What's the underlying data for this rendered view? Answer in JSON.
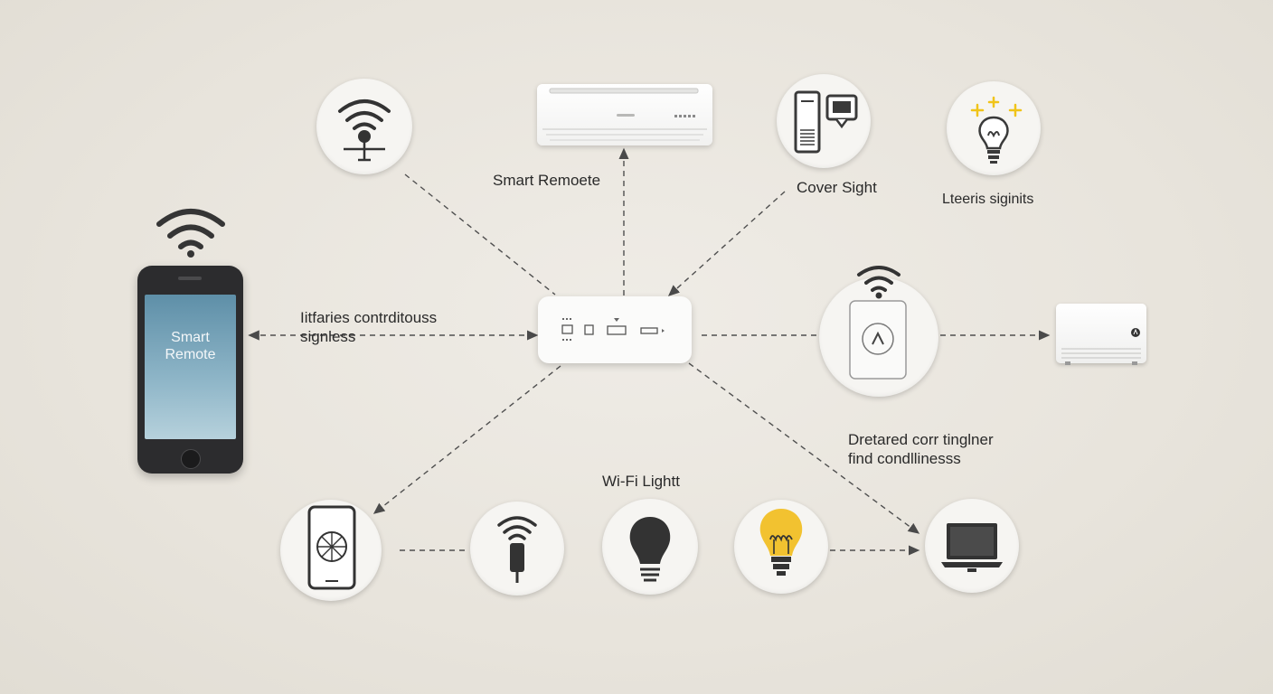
{
  "labels": {
    "smart_remote": "Smart Remoete",
    "cover_sight": "Cover Sight",
    "lights": "Lteeris siginits",
    "phone_link": "Iitfaries contrditouss",
    "phone_link_2": "signless",
    "detail": "Dretared corr tinglner",
    "detail_2": "find condllinesss",
    "wifi_light": "Wi-Fi Lightt"
  },
  "phone": {
    "screen_line1": "Smart",
    "screen_line2": "Remote"
  },
  "colors": {
    "accent_bulb": "#f2c230",
    "sparkle": "#f0c419",
    "icon_dark": "#3a3a3a",
    "link": "#555555"
  }
}
